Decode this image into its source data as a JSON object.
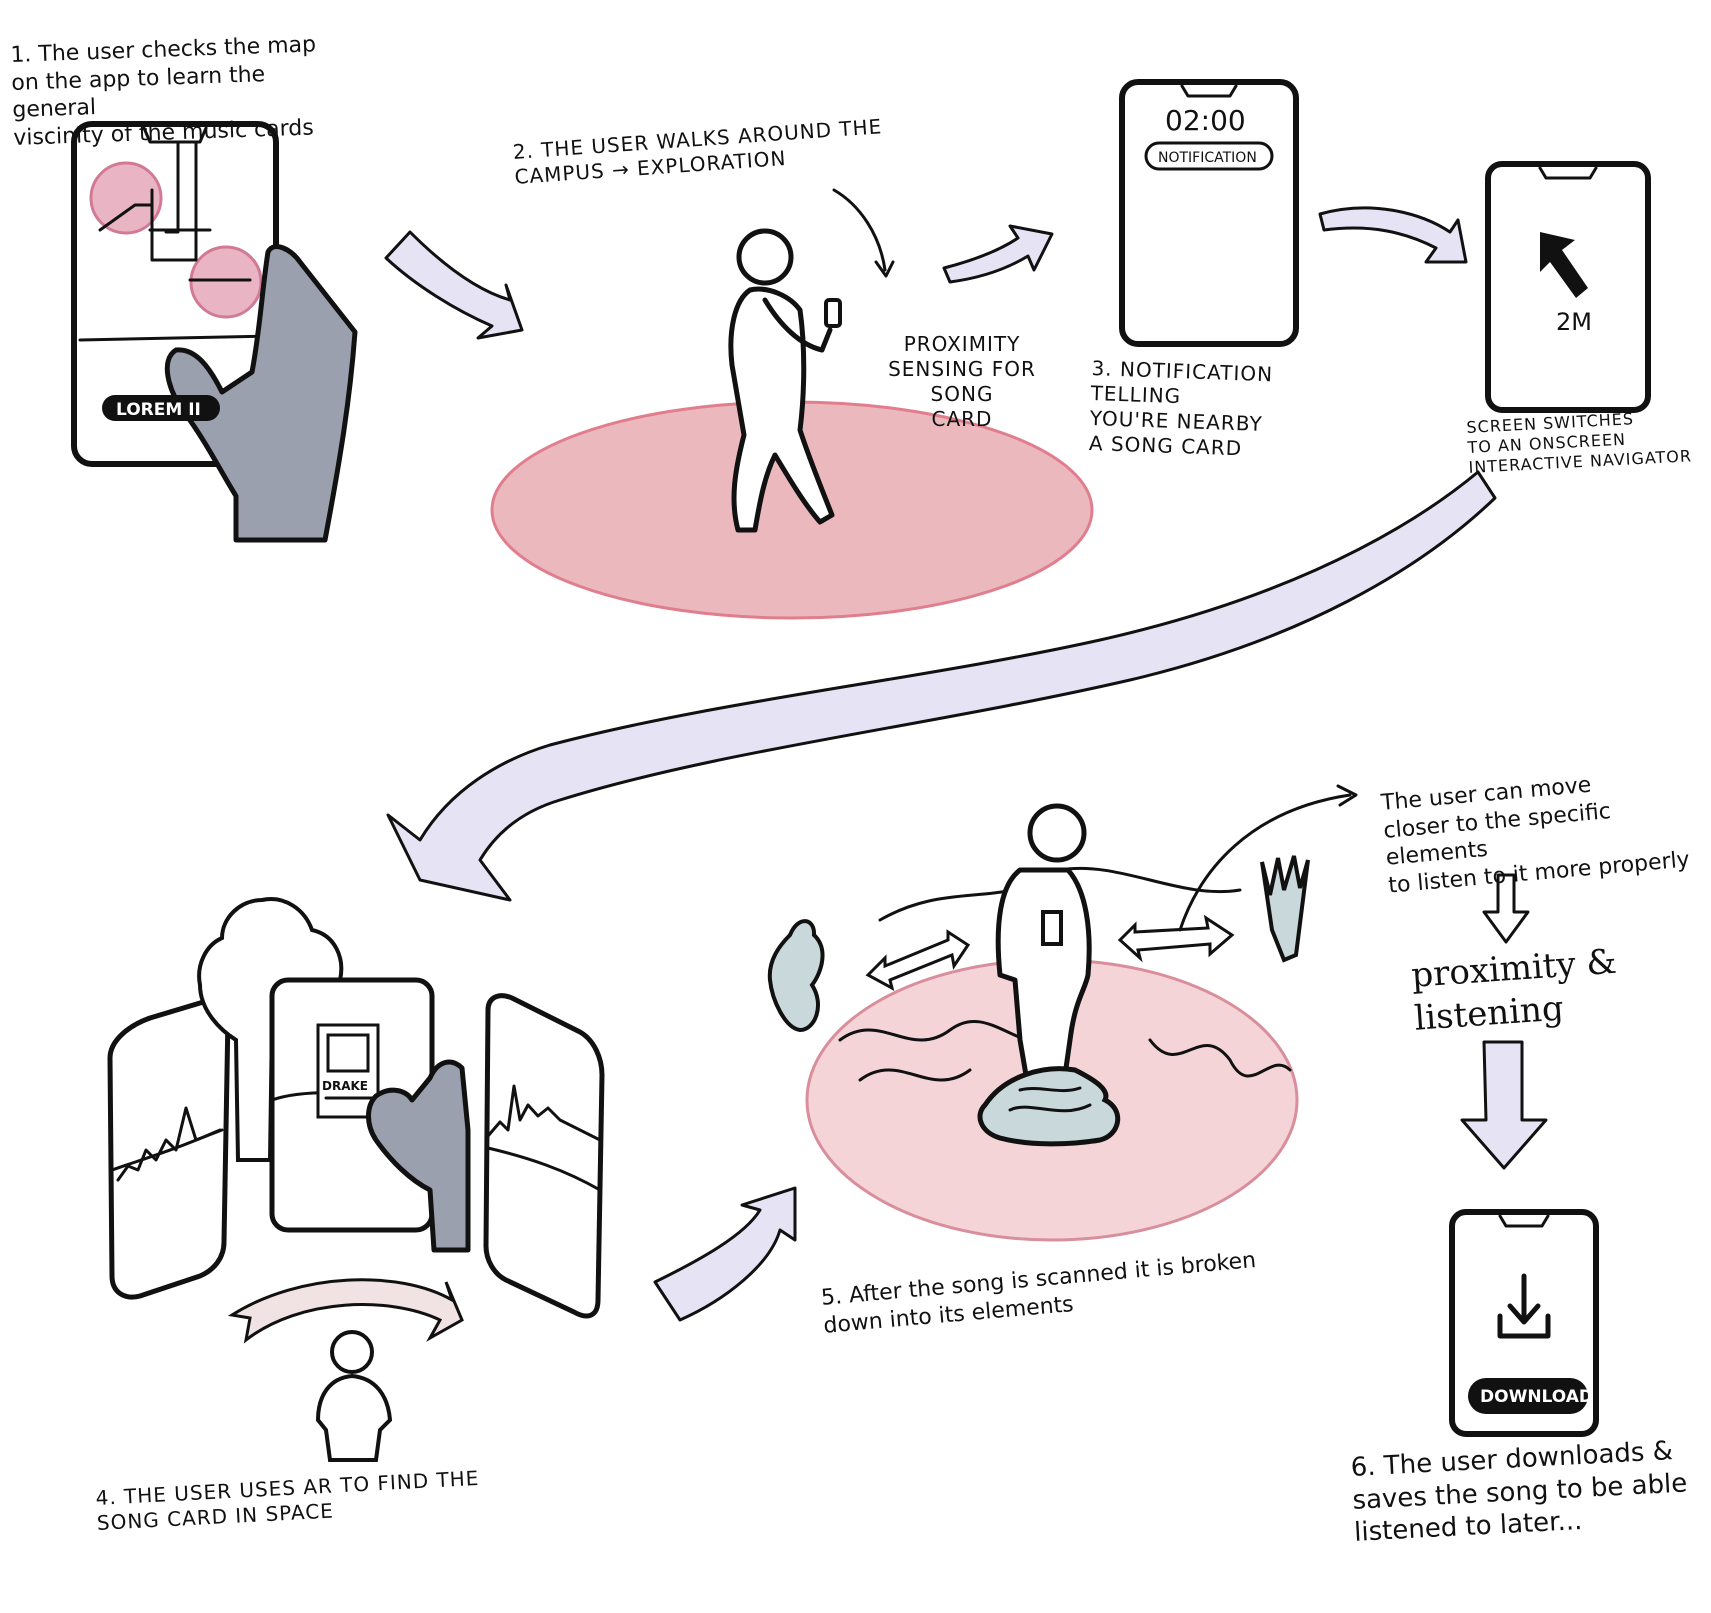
{
  "captions": {
    "step1": "1. The user checks the map\non the app to learn the general\nviscinity  of the music cards",
    "step2": "2. THE USER WALKS AROUND THE\nCAMPUS → EXPLORATION",
    "proximity_sensing": "PROXIMITY\nSENSING FOR\nSONG\nCARD",
    "step3": "3. NOTIFICATION TELLING\nYOU'RE NEARBY\nA SONG CARD",
    "screen_switches": "SCREEN SWITCHES\nTO AN ONSCREEN\nINTERACTIVE NAVIGATOR",
    "step4": "4. THE USER USES AR TO FIND THE\nSONG CARD IN SPACE",
    "step5": "5. After the song is scanned it is broken\ndown into its elements",
    "move_closer": "The user can move\ncloser to the specific elements\nto listen to it more properly",
    "proximity_listening": "proximity & listening",
    "step6": "6. The user downloads &\nsaves the song to be able\nlistened to later..."
  },
  "phone1": {
    "button_label": "LOREM II"
  },
  "phone3": {
    "time": "02:00",
    "notification_label": "NOTIFICATION"
  },
  "phone4": {
    "distance": "2M"
  },
  "ar_card": {
    "artist": "DRAKE"
  },
  "phone6": {
    "button_label": "DOWNLOAD"
  },
  "colors": {
    "flow_arrow": "#e6e3f4",
    "zone": "#ebb8bd",
    "zone_light": "#f4d4d7",
    "hand": "#9aa0ad",
    "element_blob": "#c9d8da",
    "pill": "#111111"
  }
}
